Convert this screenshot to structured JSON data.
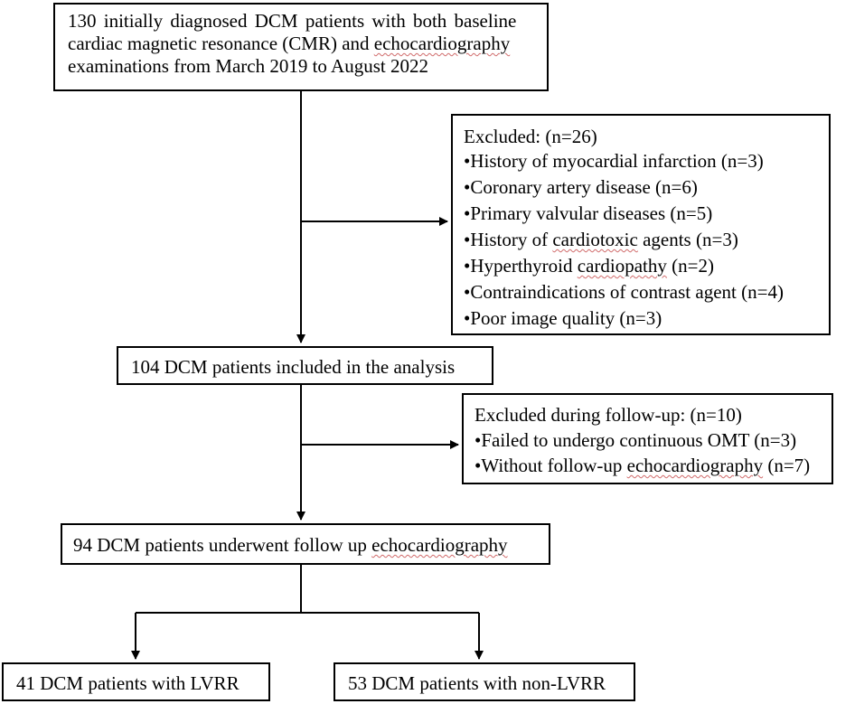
{
  "boxes": {
    "initial": {
      "line1": "130 initially diagnosed DCM patients with both baseline",
      "line2_pre": "cardiac magnetic resonance (CMR) and ",
      "line2_squig": "echocardiography",
      "line3": "examinations from March 2019 to August 2022"
    },
    "excluded1": {
      "title": "Excluded: (n=26)",
      "items": [
        {
          "pre": "•History of myocardial infarction (n=3)",
          "squig": "",
          "post": ""
        },
        {
          "pre": "•Coronary artery disease (n=6)",
          "squig": "",
          "post": ""
        },
        {
          "pre": "•Primary valvular diseases (n=5)",
          "squig": "",
          "post": ""
        },
        {
          "pre": "•History of ",
          "squig": "cardiotoxic",
          "post": " agents (n=3)"
        },
        {
          "pre": "•Hyperthyroid ",
          "squig": "cardiopathy",
          "post": " (n=2)"
        },
        {
          "pre": "•Contraindications of contrast agent (n=4)",
          "squig": "",
          "post": ""
        },
        {
          "pre": "•Poor image quality (n=3)",
          "squig": "",
          "post": ""
        }
      ]
    },
    "included": {
      "text": "104 DCM patients included in the analysis"
    },
    "excluded2": {
      "title": "Excluded during follow-up: (n=10)",
      "items": [
        {
          "pre": "•Failed to undergo continuous OMT (n=3)",
          "squig": "",
          "post": ""
        },
        {
          "pre": "•Without follow-up ",
          "squig": "echocardiography",
          "post": " (n=7)"
        }
      ]
    },
    "followup": {
      "pre": "94 DCM patients underwent follow up ",
      "squig": "echocardiography"
    },
    "lvrr": {
      "text": "41 DCM patients with LVRR"
    },
    "nonlvrr": {
      "text": "53 DCM patients with non-LVRR"
    }
  }
}
